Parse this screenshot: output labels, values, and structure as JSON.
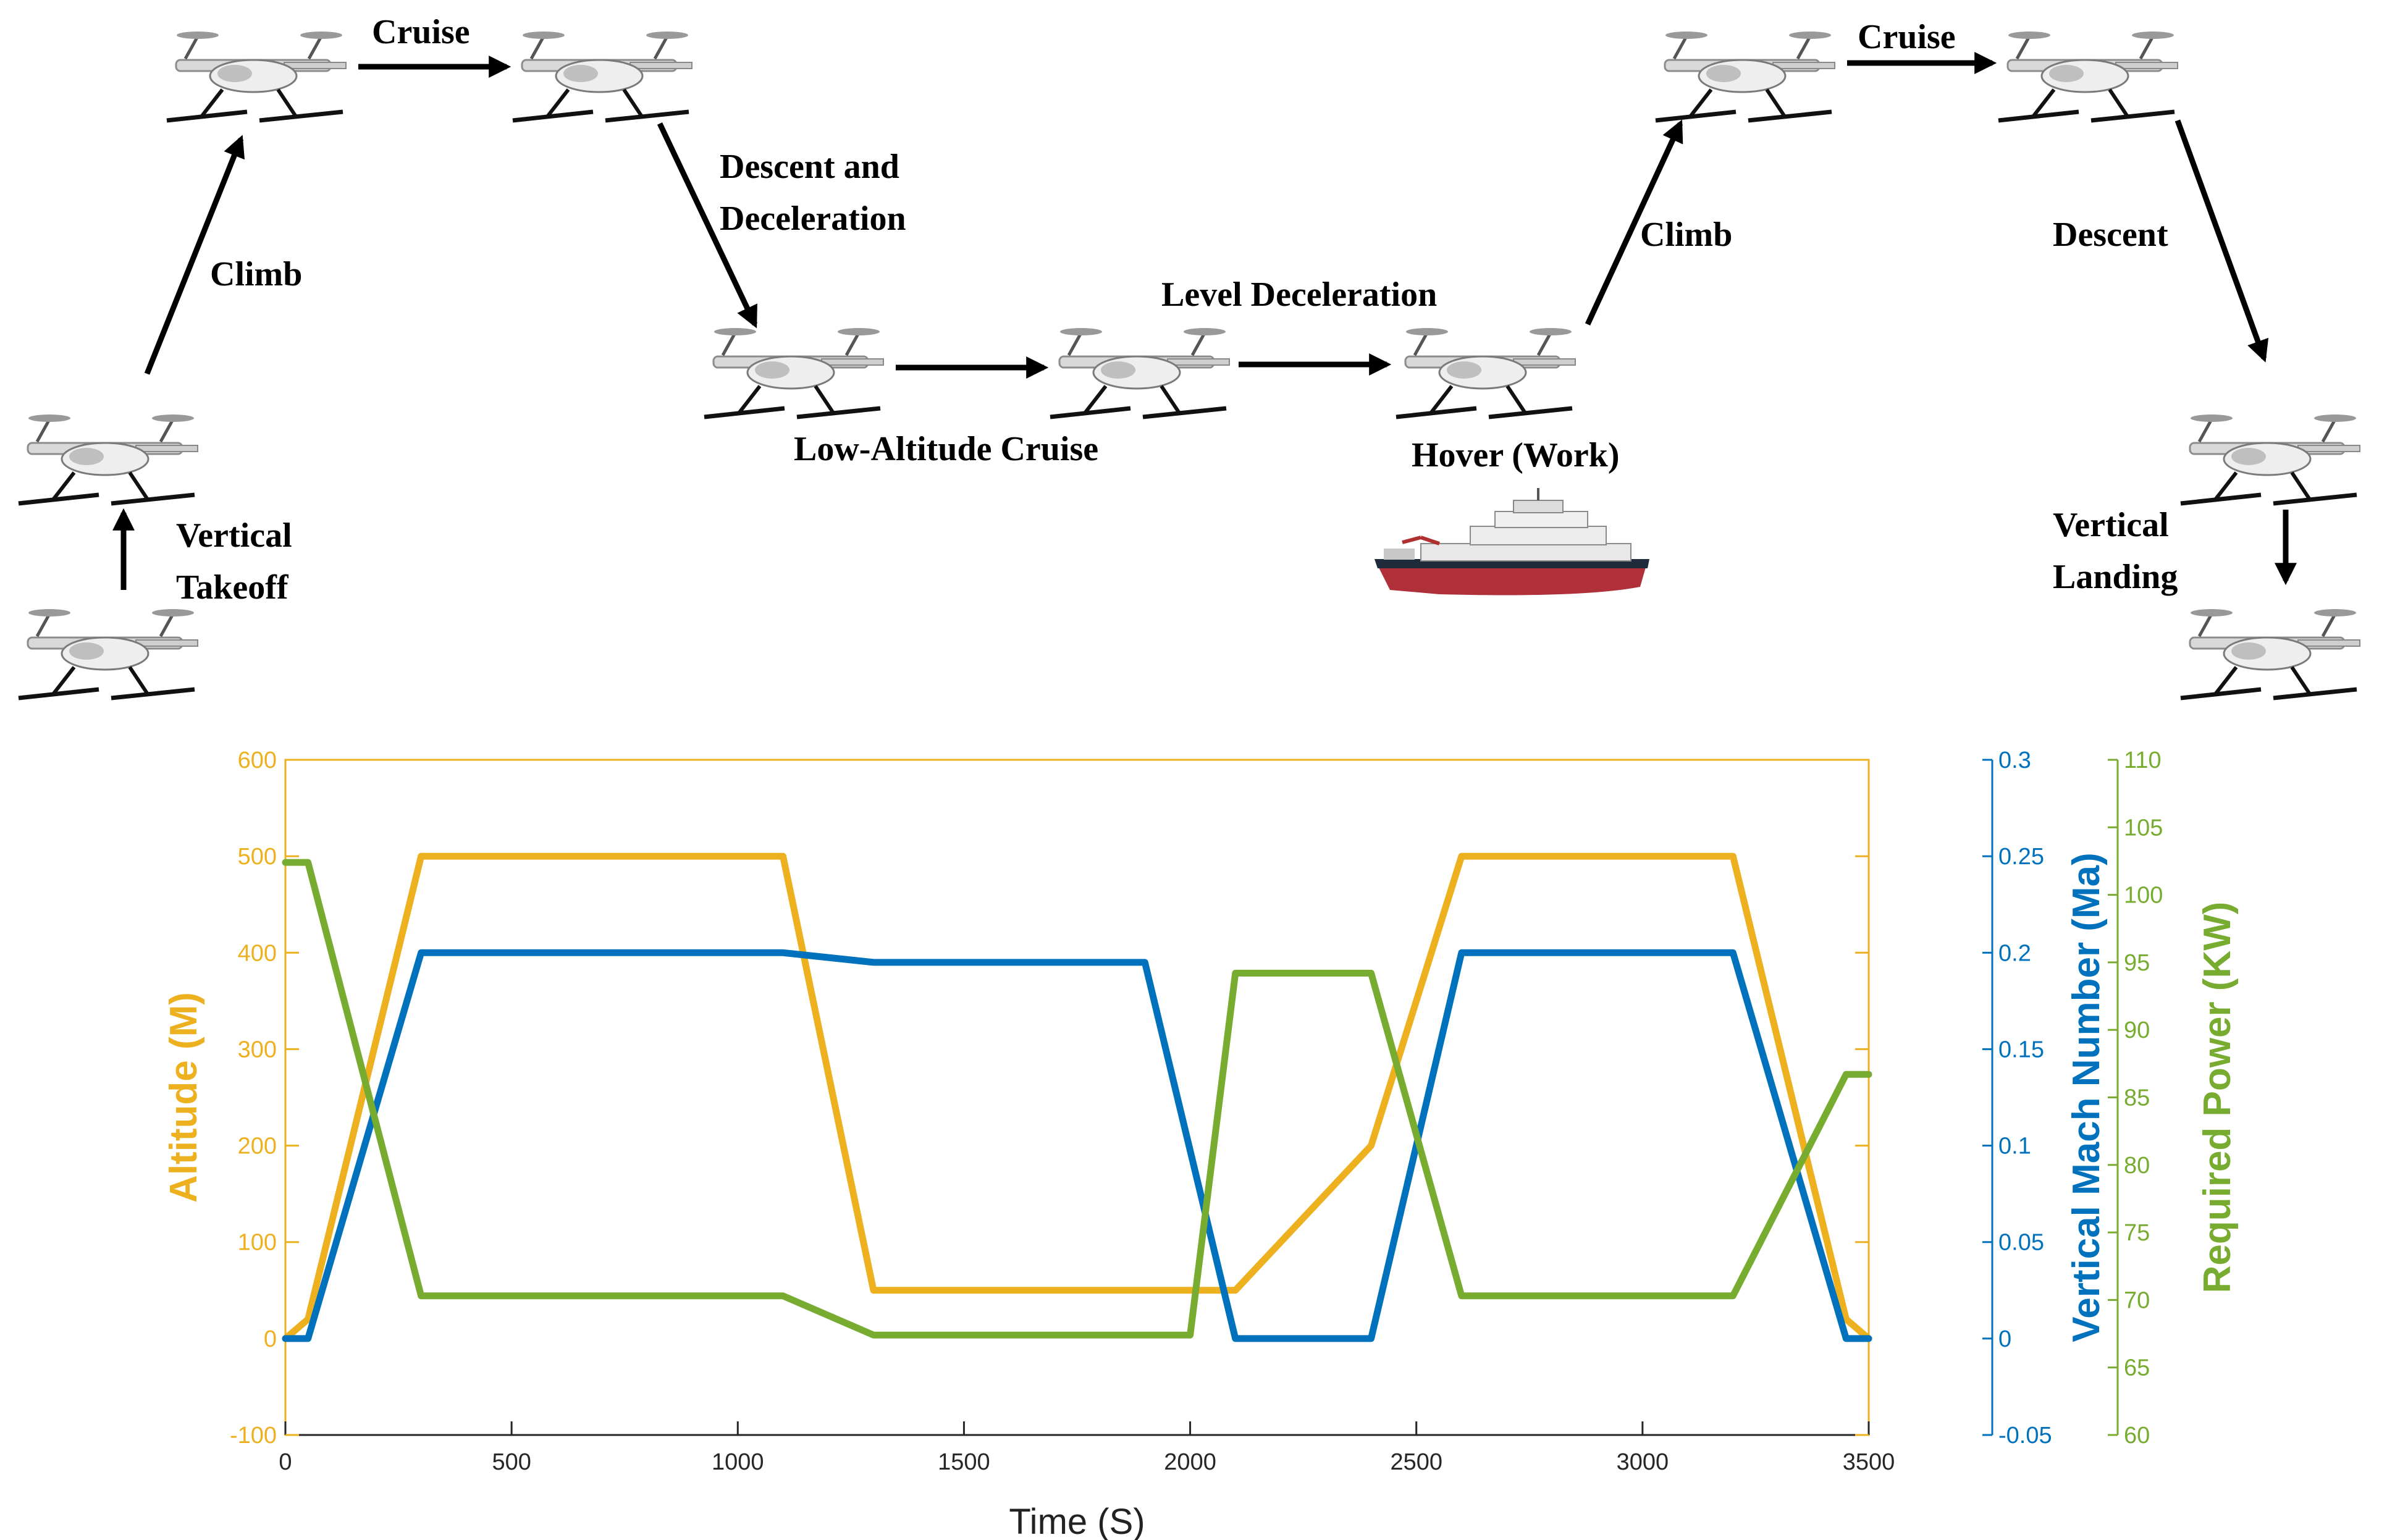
{
  "mission": {
    "stages": [
      {
        "id": "cruise1",
        "text": "Cruise"
      },
      {
        "id": "climb1",
        "text": "Climb"
      },
      {
        "id": "descent_decel",
        "text": "Descent and\nDeceleration"
      },
      {
        "id": "level_decel",
        "text": "Level Deceleration"
      },
      {
        "id": "low_alt_cruise",
        "text": "Low-Altitude Cruise"
      },
      {
        "id": "hover",
        "text": "Hover (Work)"
      },
      {
        "id": "climb2",
        "text": "Climb"
      },
      {
        "id": "cruise2",
        "text": "Cruise"
      },
      {
        "id": "descent",
        "text": "Descent"
      },
      {
        "id": "vertical_takeoff",
        "text": "Vertical\nTakeoff"
      },
      {
        "id": "vertical_landing",
        "text": "Vertical\nLanding"
      }
    ],
    "icons": [
      "drone-icon",
      "ship-icon"
    ]
  },
  "colors": {
    "altitude": "#EDB120",
    "mach": "#0072BD",
    "power": "#77AC30",
    "axis": "#262626"
  },
  "chart_data": {
    "type": "line",
    "xlabel": "Time (S)",
    "xlim": [
      0,
      3500
    ],
    "xticks": [
      0,
      500,
      1000,
      1500,
      2000,
      2500,
      3000,
      3500
    ],
    "axes": {
      "left": {
        "label": "Altitude (M)",
        "lim": [
          -100,
          600
        ],
        "ticks": [
          -100,
          0,
          100,
          200,
          300,
          400,
          500,
          600
        ]
      },
      "right1": {
        "label": "Vertical Mach Number (Ma)",
        "lim": [
          -0.05,
          0.3
        ],
        "ticks": [
          "-0.05",
          "0",
          "0.05",
          "0.1",
          "0.15",
          "0.2",
          "0.25",
          "0.3"
        ]
      },
      "right2": {
        "label": "Required Power (KW)",
        "lim": [
          60,
          110
        ],
        "ticks": [
          "60",
          "65",
          "70",
          "75",
          "80",
          "85",
          "90",
          "95",
          "100",
          "105",
          "110"
        ]
      }
    },
    "series": [
      {
        "key": "altitude",
        "axis": "left",
        "x": [
          0,
          50,
          300,
          1100,
          1300,
          2100,
          2400,
          2600,
          3200,
          3450,
          3500
        ],
        "y": [
          0,
          20,
          500,
          500,
          50,
          50,
          200,
          500,
          500,
          20,
          0
        ]
      },
      {
        "key": "mach",
        "axis": "right1",
        "x": [
          0,
          50,
          300,
          1100,
          1300,
          1900,
          2100,
          2400,
          2600,
          3200,
          3450,
          3500
        ],
        "y": [
          0,
          0,
          0.2,
          0.2,
          0.195,
          0.195,
          0,
          0,
          0.2,
          0.2,
          0,
          0
        ]
      },
      {
        "key": "power",
        "axis": "right2",
        "x": [
          0,
          50,
          300,
          1100,
          1300,
          1900,
          2000,
          2100,
          2400,
          2600,
          3200,
          3450,
          3500
        ],
        "y": [
          102.4,
          102.4,
          70.3,
          70.3,
          67.4,
          67.4,
          67.4,
          94.2,
          94.2,
          70.3,
          70.3,
          86.7,
          86.7
        ]
      }
    ]
  }
}
